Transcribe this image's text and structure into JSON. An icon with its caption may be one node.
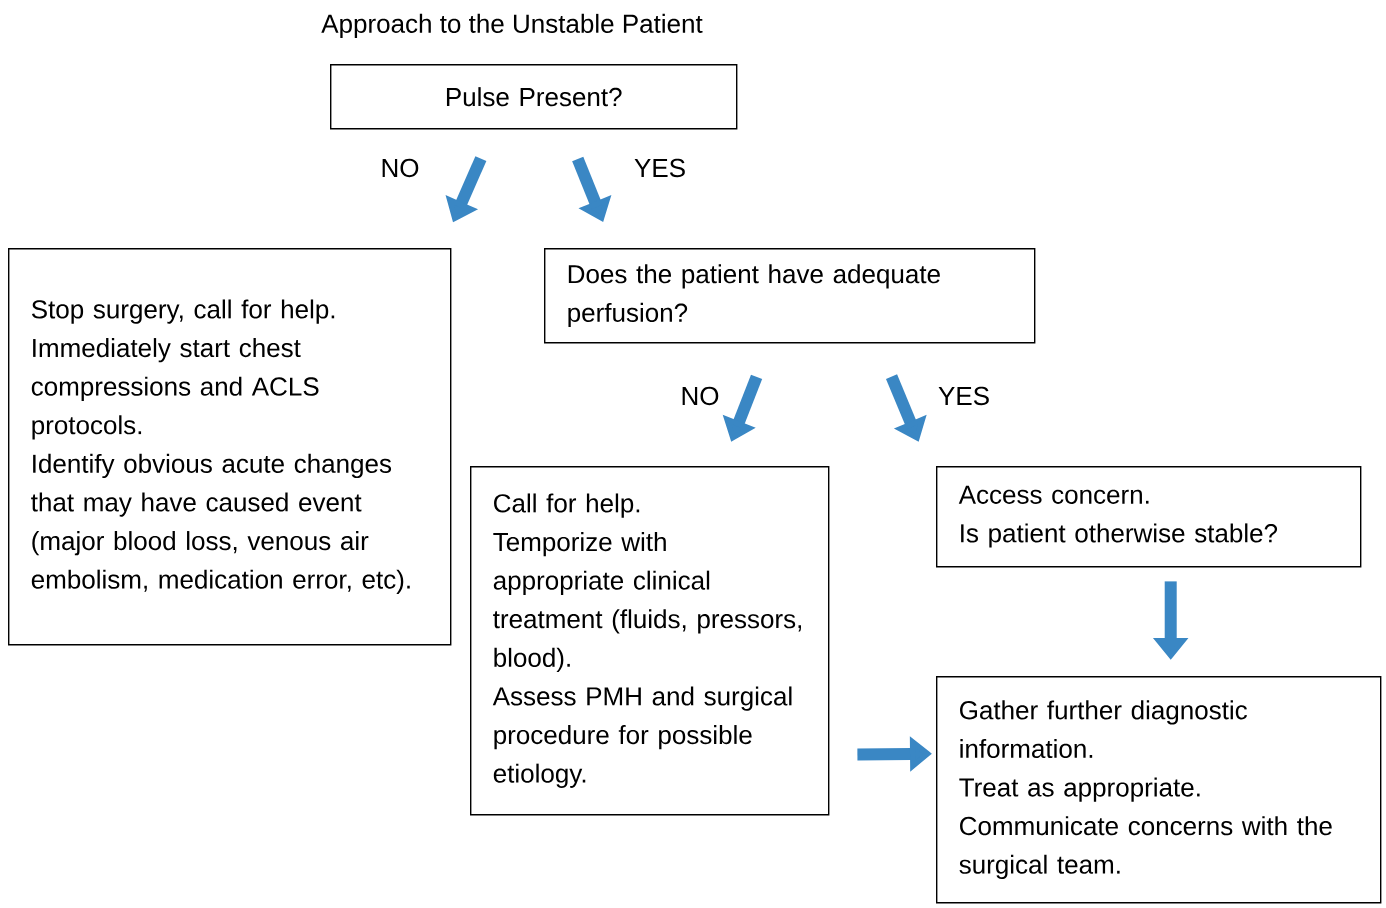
{
  "diagram": {
    "title": "Approach to the Unstable Patient",
    "nodes": [
      {
        "text": [
          "Pulse Present?"
        ]
      },
      {
        "text": [
          "Stop surgery, call for help.",
          "Immediately start chest compressions and ACLS protocols.",
          "Identify obvious acute changes that may have caused event (major blood loss, venous air embolism, medication error, etc)."
        ]
      },
      {
        "text": [
          "Does the patient have adequate perfusion?"
        ]
      },
      {
        "text": [
          "Call for help.",
          "Temporize with appropriate clinical treatment (fluids, pressors, blood).",
          "Assess PMH and surgical procedure for possible etiology."
        ]
      },
      {
        "text": [
          "Access concern.",
          "Is patient otherwise stable?"
        ]
      },
      {
        "text": [
          "Gather further diagnostic information.",
          "Treat as appropriate.",
          "Communicate concerns with the surgical team."
        ]
      }
    ],
    "edges": [
      {
        "from": 0,
        "to": 1,
        "arrow": "to",
        "label": "NO"
      },
      {
        "from": 0,
        "to": 2,
        "arrow": "to",
        "label": "YES"
      },
      {
        "from": 2,
        "to": 3,
        "arrow": "to",
        "label": "NO"
      },
      {
        "from": 2,
        "to": 4,
        "arrow": "to",
        "label": "YES"
      },
      {
        "from": 4,
        "to": 5,
        "arrow": "to"
      },
      {
        "from": 3,
        "to": 5,
        "arrow": "to"
      }
    ]
  }
}
